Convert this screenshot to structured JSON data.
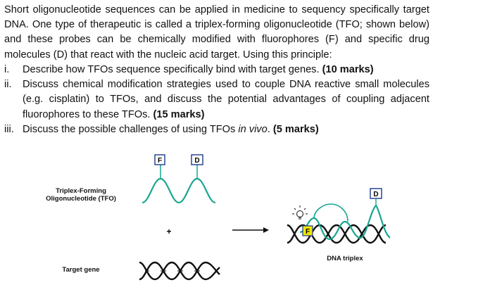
{
  "intro": "Short oligonucleotide sequences can be applied in medicine to sequency specifically target DNA. One type of therapeutic is called a triplex-forming oligonucleotide (TFO; shown below) and these probes can be chemically modified with fluorophores (F) and specific drug molecules (D) that react with the nucleic acid target. Using this principle:",
  "questions": [
    {
      "num": "i.",
      "text": "Describe how TFOs sequence specifically bind with target genes. ",
      "marks": "(10 marks)"
    },
    {
      "num": "ii.",
      "text": "Discuss chemical modification strategies used to couple DNA reactive small molecules (e.g. cisplatin) to TFOs, and discuss the potential advantages of coupling adjacent fluorophores to these TFOs. ",
      "marks": "(15 marks)"
    },
    {
      "num": "iii.",
      "text_before": "Discuss the possible challenges of using TFOs ",
      "text_italic": "in vivo",
      "text_after": ". ",
      "marks": "(5 marks)"
    }
  ],
  "diagram": {
    "tfo_label_line1": "Triplex-Forming",
    "tfo_label_line2": "Oligonucleotide (TFO)",
    "target_label": "Target gene",
    "triplex_label": "DNA triplex",
    "plus": "+",
    "f_tag": "F",
    "d_tag": "D",
    "f_tag_triplex": "F",
    "d_tag_triplex": "D",
    "colors": {
      "tfo": "#19a68f",
      "dna": "#111111",
      "fluor_box": "#f2e600",
      "tag_border": "#1b3b8a"
    }
  }
}
